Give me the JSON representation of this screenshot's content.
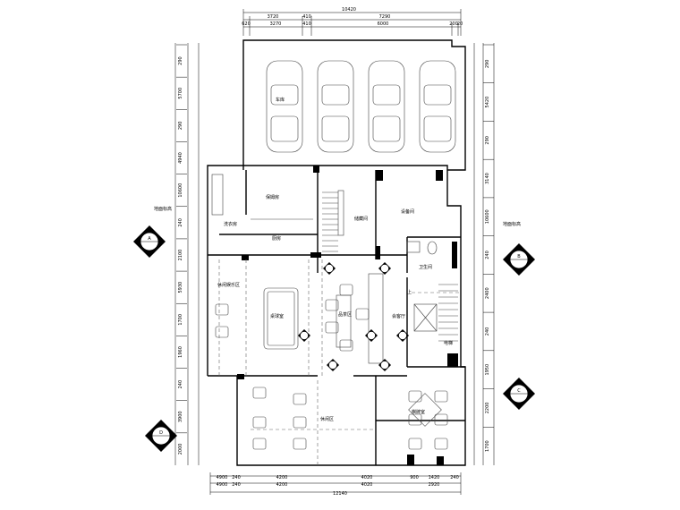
{
  "dimensions": {
    "top_total": "10420",
    "top_row1": [
      "3720",
      "410",
      "7290"
    ],
    "top_row2": [
      "620",
      "3270",
      "410",
      "6000",
      "200",
      "20"
    ],
    "bottom_row1": [
      "4900",
      "240",
      "4200",
      "4020",
      "900",
      "1420",
      "240"
    ],
    "bottom_row2": [
      "4900",
      "240",
      "4200",
      "4020",
      "2920"
    ],
    "bottom_total": "12140",
    "left": [
      "290",
      "5700",
      "290",
      "4940",
      "10600",
      "240",
      "2100",
      "5930",
      "1700",
      "1960",
      "240",
      "3900",
      "2000"
    ],
    "right": [
      "290",
      "5420",
      "290",
      "3140",
      "10600",
      "240",
      "2400",
      "240",
      "1950",
      "2200",
      "1700"
    ]
  },
  "rooms": [
    {
      "name": "车库"
    },
    {
      "name": "保姆房"
    },
    {
      "name": "洗衣房"
    },
    {
      "name": "厨房"
    },
    {
      "name": "储藏间"
    },
    {
      "name": "设备间"
    },
    {
      "name": "卫生间"
    },
    {
      "name": "休闲娱乐区"
    },
    {
      "name": "桌球室"
    },
    {
      "name": "品茶区"
    },
    {
      "name": "会客厅"
    },
    {
      "name": "电梯"
    },
    {
      "name": "休闲区"
    },
    {
      "name": "棋牌室"
    },
    {
      "name": "上"
    }
  ],
  "callouts": {
    "left_note": "地面标高",
    "right_note": "地面标高",
    "index_marks": [
      "A",
      "B",
      "C",
      "D"
    ]
  }
}
